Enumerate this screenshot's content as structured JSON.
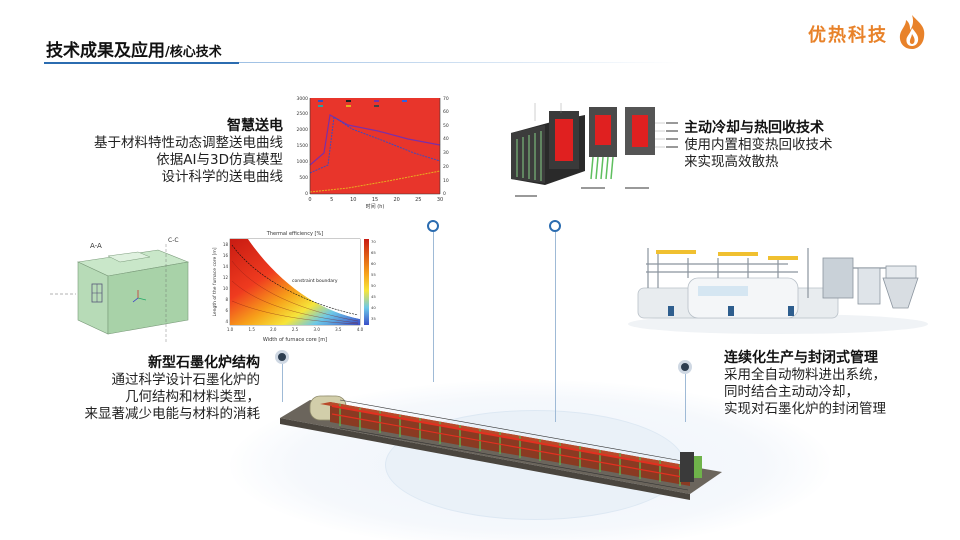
{
  "header": {
    "title_main": "技术成果及应用",
    "title_sub": "/核心技术",
    "brand": "优热科技"
  },
  "blocks": {
    "smart_power": {
      "title": "智慧送电",
      "lines": [
        "基于材料特性动态调整送电曲线",
        "依据AI与3D仿真模型",
        "设计科学的送电曲线"
      ]
    },
    "cooling": {
      "title": "主动冷却与热回收技术",
      "lines": [
        "使用内置相变热回收技术",
        "来实现高效散热"
      ]
    },
    "furnace_structure": {
      "title": "新型石墨化炉结构",
      "lines": [
        "通过科学设计石墨化炉的",
        "几何结构和材料类型，",
        "来显著减少电能与材料的消耗"
      ]
    },
    "continuous": {
      "title": "连续化生产与封闭式管理",
      "lines": [
        "采用全自动物料进出系统，",
        "同时结合主动动冷却，",
        "实现对石墨化炉的封闭管理"
      ]
    }
  },
  "figures": {
    "power_chart": {
      "xlabel": "时间 (h)",
      "x_ticks": [
        "0",
        "5",
        "10",
        "15",
        "20",
        "25",
        "30"
      ],
      "y_ticks": [
        "0",
        "500",
        "1000",
        "1500",
        "2000",
        "2500",
        "3000"
      ],
      "y2_ticks": [
        "0",
        "10",
        "20",
        "30",
        "40",
        "50",
        "60",
        "70"
      ],
      "bg_color": "#e8352b"
    },
    "thermal_chart": {
      "title": "Thermal efficiency [%]",
      "xlabel": "Width of furnace core [m]",
      "ylabel": "Length of the furnace core [m]",
      "annotation": "constraint boundary",
      "x_ticks": [
        "1.0",
        "1.5",
        "2.0",
        "2.5",
        "3.0",
        "3.5",
        "4.0"
      ],
      "y_ticks": [
        "4",
        "6",
        "8",
        "10",
        "12",
        "14",
        "16",
        "18"
      ],
      "cb_ticks": [
        "70",
        "65",
        "60",
        "55",
        "50",
        "45",
        "40",
        "35"
      ]
    },
    "cad": {
      "label_a": "A-A",
      "label_c": "C-C"
    }
  },
  "colors": {
    "accent": "#2b6cb0",
    "brand": "#e8822a"
  }
}
